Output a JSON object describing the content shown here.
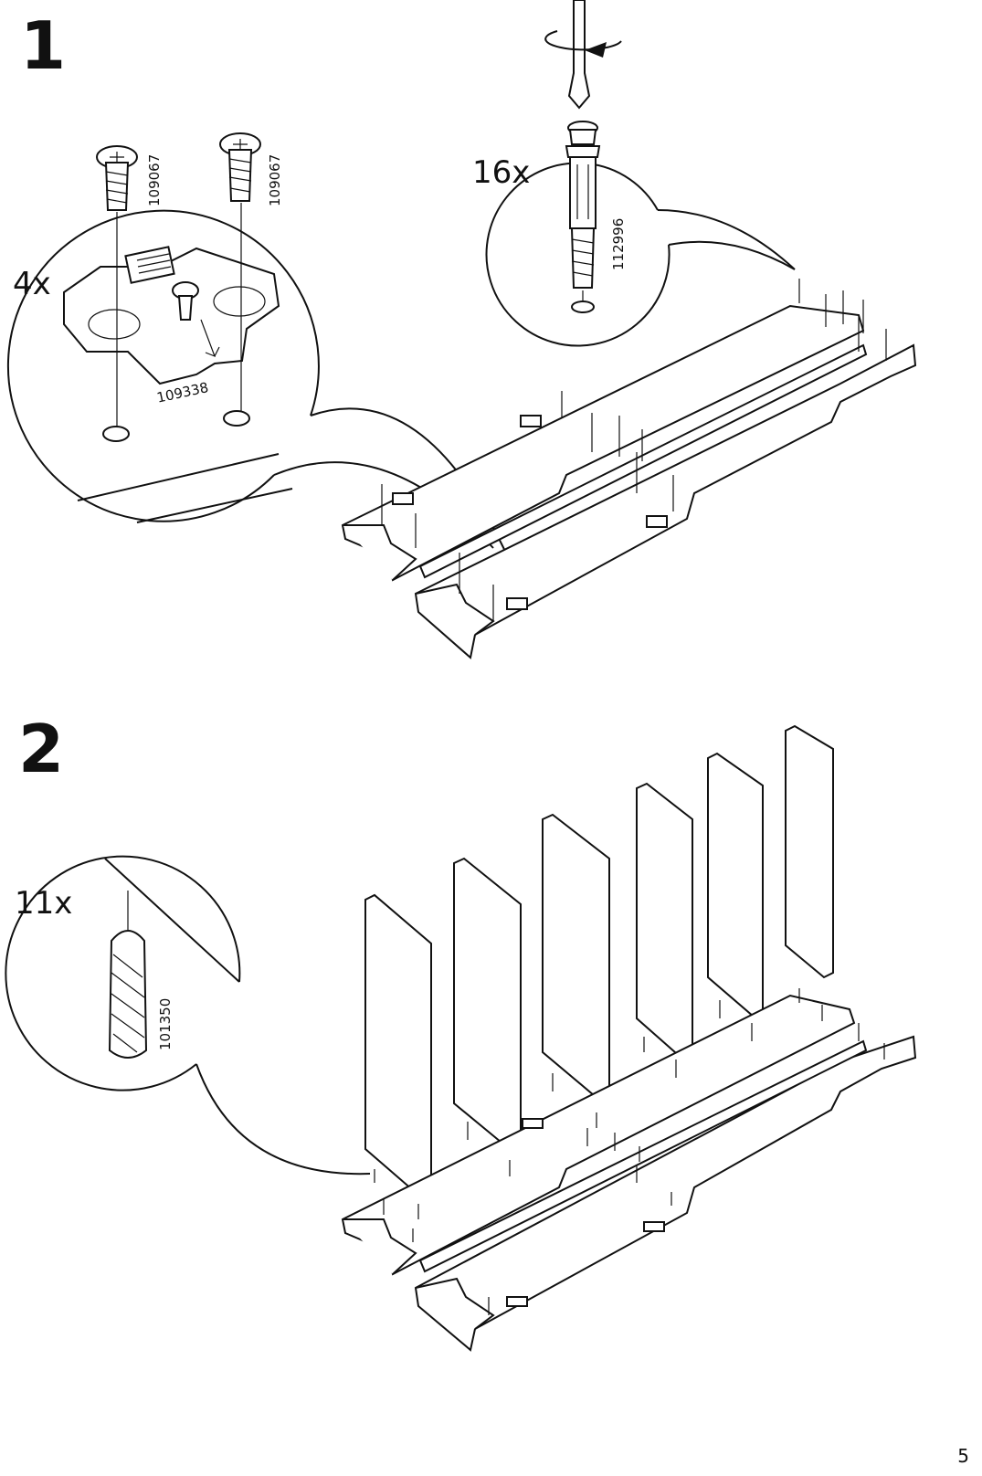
{
  "steps": [
    {
      "number": "1",
      "callouts": [
        {
          "quantity": "4x",
          "parts": [
            "109067",
            "109067",
            "109338"
          ]
        },
        {
          "quantity": "16x",
          "parts": [
            "112996"
          ]
        }
      ]
    },
    {
      "number": "2",
      "callouts": [
        {
          "quantity": "11x",
          "parts": [
            "101350"
          ]
        }
      ]
    }
  ],
  "page_number": "5"
}
